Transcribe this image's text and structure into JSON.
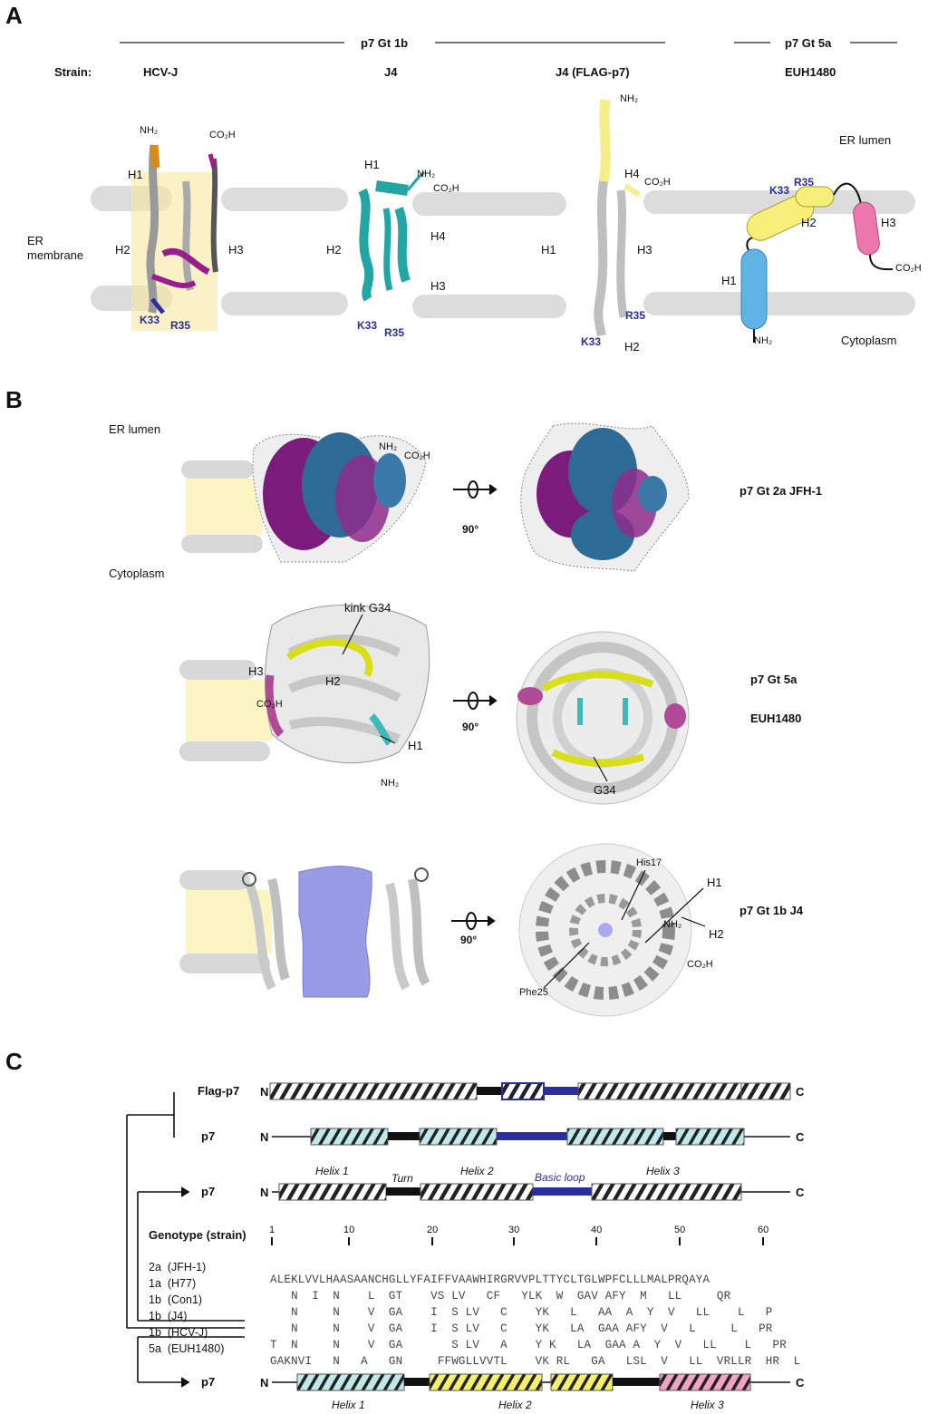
{
  "panelA": {
    "letter": "A",
    "group1": "p7 Gt 1b",
    "group2": "p7 Gt 5a",
    "strain_label": "Strain:",
    "strains": [
      "HCV-J",
      "J4",
      "J4 (FLAG-p7)",
      "EUH1480"
    ],
    "er_membrane": "ER\nmembrane",
    "er_lumen": "ER lumen",
    "cytoplasm": "Cytoplasm",
    "nh2": "NH₂",
    "co2h": "CO₂H",
    "h1": "H1",
    "h2": "H2",
    "h3": "H3",
    "h4": "H4",
    "k33": "K33",
    "r35": "R35"
  },
  "panelB": {
    "letter": "B",
    "er_lumen": "ER lumen",
    "cytoplasm": "Cytoplasm",
    "rotation": "90°",
    "row1_label": "p7 Gt 2a JFH-1",
    "row2_label1": "p7 Gt 5a",
    "row2_label2": "EUH1480",
    "row3_label": "p7 Gt 1b J4",
    "kink": "kink G34",
    "g34": "G34",
    "his17": "His17",
    "phe25": "Phe25",
    "nh2": "NH₂",
    "co2h": "CO₂H",
    "h1": "H1",
    "h2": "H2",
    "h3": "H3"
  },
  "panelC": {
    "letter": "C",
    "flag_p7": "Flag-p7",
    "p7": "p7",
    "n": "N",
    "c": "C",
    "helix1": "Helix 1",
    "turn": "Turn",
    "helix2": "Helix 2",
    "basic_loop": "Basic loop",
    "helix3": "Helix 3",
    "genotype_header": "Genotype (strain)",
    "positions": [
      "1",
      "10",
      "20",
      "30",
      "40",
      "50",
      "60"
    ],
    "rows": [
      {
        "label": "2a  (JFH-1)",
        "seq": "ALEKLVVLHAASAANCHGLLYFAIFFVAAWHIRGRVVPLTTYCLTGLWPFCLLLMALPRQAYA"
      },
      {
        "label": "1a  (H77)",
        "seq": "   N  I  N    L  GT    VS LV   CF   YLK  W  GAV AFY  M   LL     QR"
      },
      {
        "label": "1b  (Con1)",
        "seq": "   N     N    V  GA    I  S LV   C    YK   L   AA  A  Y  V   LL    L   P"
      },
      {
        "label": "1b  (J4)",
        "seq": "   N     N    V  GA    I  S LV   C    YK   LA  GAA AFY  V   L     L   PR"
      },
      {
        "label": "1b  (HCV-J)",
        "seq": "T  N     N    V  GA       S LV   A    Y K   LA  GAA A  Y  V   LL    L   PR"
      },
      {
        "label": "5a  (EUH1480)",
        "seq": "GAKNVI   N   A   GN     FFWGLLVVTL    VK RL   GA   LSL  V   LL  VRLLR  HR  L"
      }
    ]
  }
}
